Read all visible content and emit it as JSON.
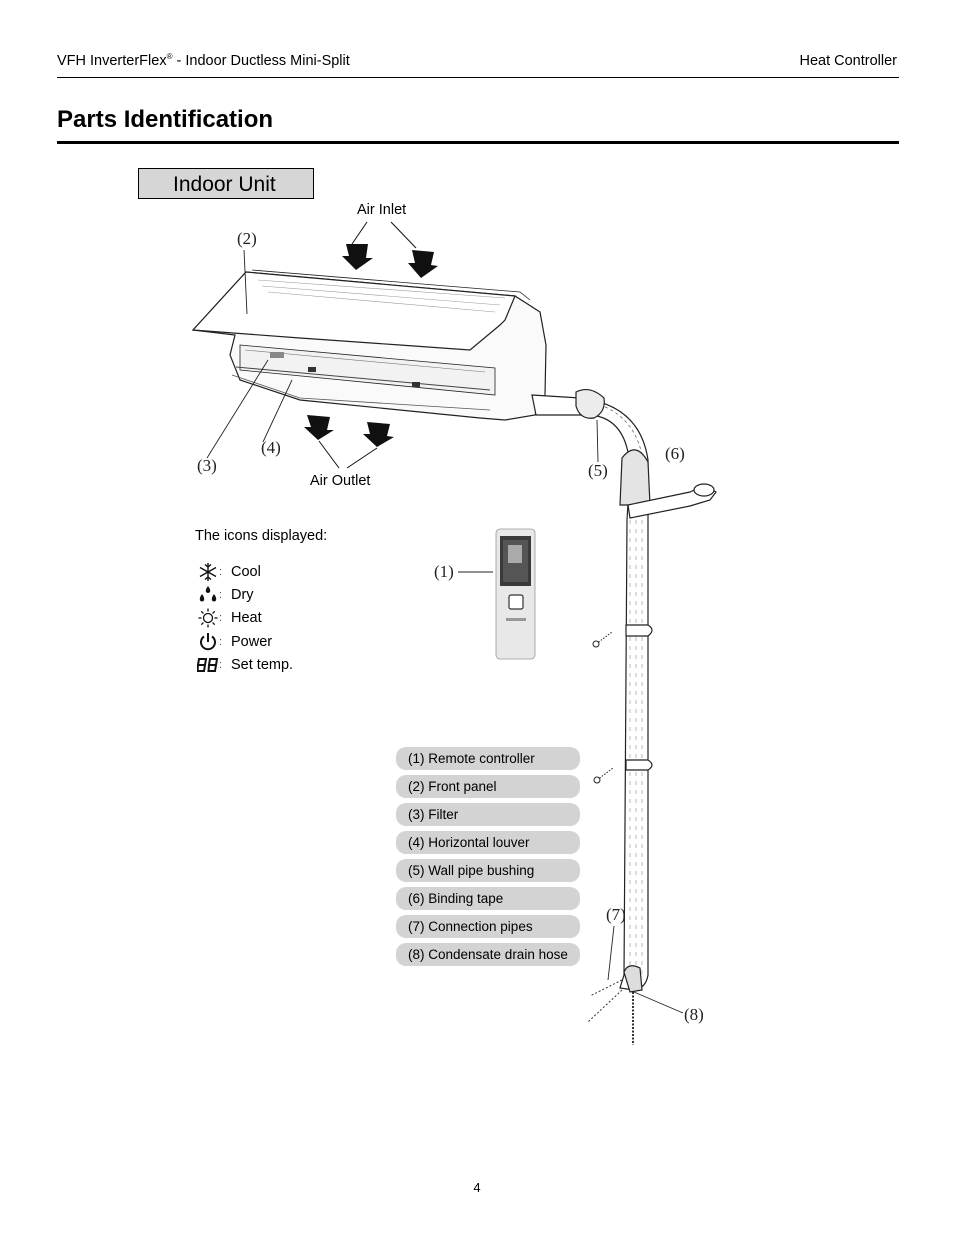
{
  "header": {
    "left_text_main": "VFH InverterFlex",
    "left_text_sup": "®",
    "left_text_rest": " - Indoor Ductless Mini-Split",
    "right_text": "Heat Controller"
  },
  "page": {
    "title": "Parts Identification",
    "section_box": "Indoor Unit",
    "page_number": "4"
  },
  "diagram": {
    "air_inlet": "Air Inlet",
    "air_outlet": "Air Outlet",
    "callouts": [
      "(1)",
      "(2)",
      "(3)",
      "(4)",
      "(5)",
      "(6)",
      "(7)",
      "(8)"
    ]
  },
  "icons": {
    "title": "The icons displayed:",
    "items": [
      {
        "icon": "snowflake-icon",
        "label": "Cool"
      },
      {
        "icon": "water-drops-icon",
        "label": "Dry"
      },
      {
        "icon": "sun-icon",
        "label": "Heat"
      },
      {
        "icon": "power-icon",
        "label": "Power"
      },
      {
        "icon": "digital-88-icon",
        "label": "Set temp."
      }
    ]
  },
  "parts": [
    "(1) Remote controller",
    "(2) Front panel",
    "(3) Filter",
    "(4) Horizontal louver",
    "(5) Wall pipe bushing",
    "(6) Binding tape",
    "(7) Connection pipes",
    "(8) Condensate drain hose"
  ]
}
